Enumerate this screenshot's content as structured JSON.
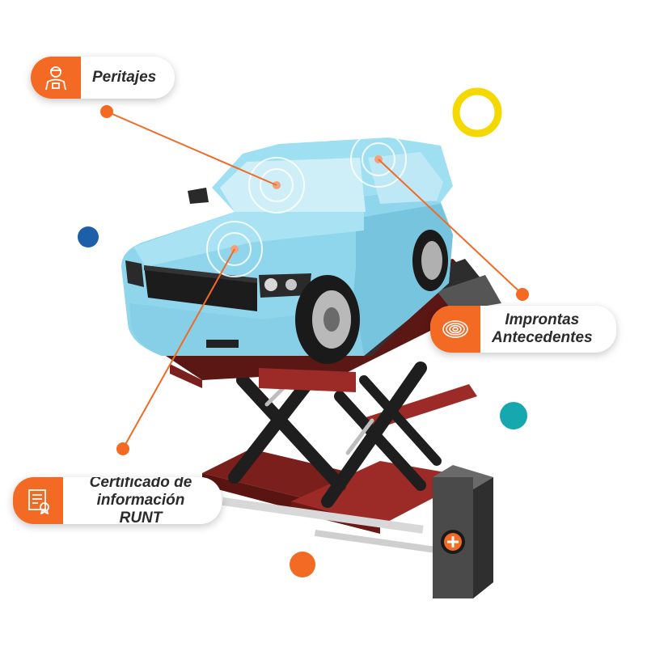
{
  "callouts": {
    "peritajes": {
      "label": "Peritajes",
      "icon": "inspector-icon"
    },
    "improntas": {
      "line1": "Improntas",
      "line2": "Antecedentes",
      "icon": "fingerprint-icon"
    },
    "runt": {
      "line1": "Certificado de",
      "line2": "información RUNT",
      "icon": "certificate-icon"
    }
  },
  "colors": {
    "accent": "#f26a23",
    "car_body": "#8fd6ec",
    "lift_frame": "#9c2a26",
    "lift_scissor": "#1e1e1e",
    "deco_yellow": "#f5d800",
    "deco_blue": "#1d5fa8",
    "deco_teal": "#15a8ae",
    "deco_orange": "#f26a23"
  }
}
